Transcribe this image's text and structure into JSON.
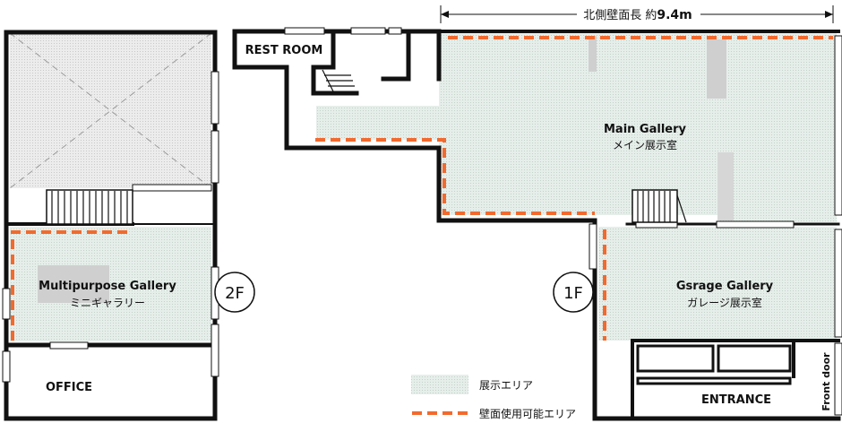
{
  "dimension": {
    "prefix": "北側壁面長 約",
    "value": "9.4m"
  },
  "floors": {
    "second": "2F",
    "first": "1F"
  },
  "rooms": {
    "rest_room": "REST ROOM",
    "main_gallery_en": "Main Gallery",
    "main_gallery_jp": "メイン展示室",
    "garage_gallery_en": "Gsrage Gallery",
    "garage_gallery_jp": "ガレージ展示室",
    "multipurpose_en": "Multipurpose Gallery",
    "multipurpose_jp": "ミニギャラリー",
    "office": "OFFICE",
    "entrance": "ENTRANCE",
    "front_door": "Front door"
  },
  "legend": {
    "exhibit_area": "展示エリア",
    "wall_area": "壁面使用可能エリア"
  },
  "colors": {
    "wall": "#111111",
    "exhibit_fill": "#e4ece8",
    "dashed_line": "#f26a2e",
    "gray_block": "#d2d2d2"
  }
}
